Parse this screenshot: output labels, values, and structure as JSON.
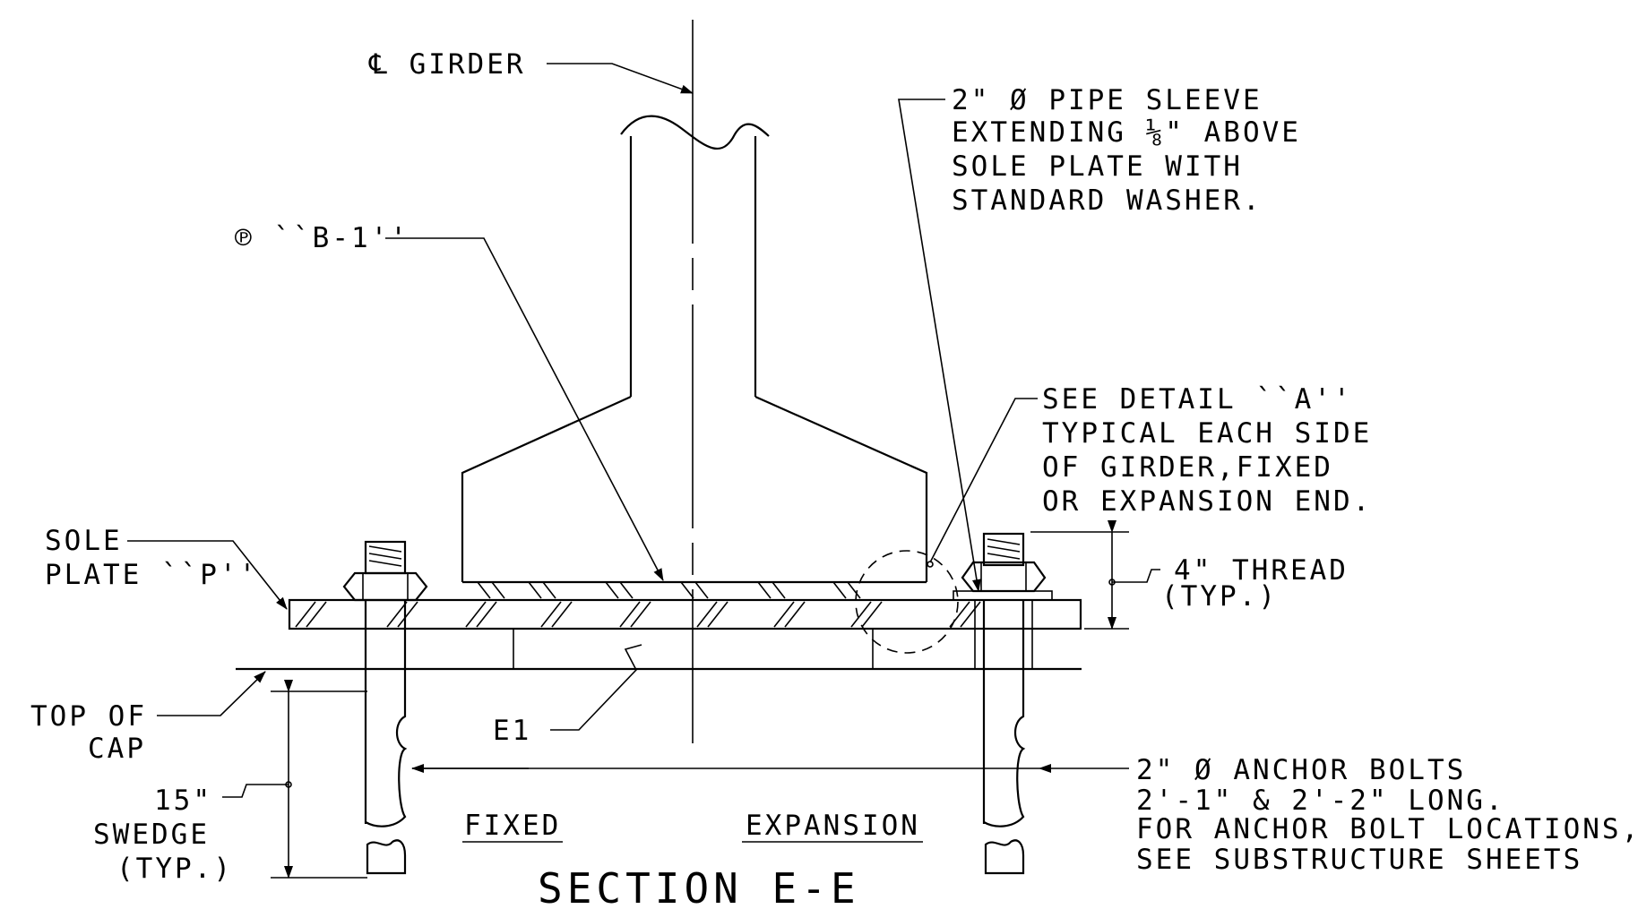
{
  "title": "SECTION E-E",
  "labels": {
    "cl_girder": "℄ GIRDER",
    "plate_b1": "℗ ``B-1''",
    "pipe_sleeve": [
      "2\" Ø PIPE SLEEVE",
      "EXTENDING ⅛\" ABOVE",
      "SOLE PLATE WITH",
      "STANDARD WASHER."
    ],
    "see_detail": [
      "SEE DETAIL ``A''",
      "TYPICAL EACH SIDE",
      "OF GIRDER,FIXED",
      "OR EXPANSION END."
    ],
    "thread": [
      "4\" THREAD",
      "(TYP.)"
    ],
    "sole_plate": [
      "SOLE",
      "PLATE ``P''"
    ],
    "top_of_cap": [
      "TOP OF",
      "CAP"
    ],
    "e1": "E1",
    "swedge": [
      "15\"",
      "SWEDGE",
      "(TYP.)"
    ],
    "fixed": "FIXED",
    "expansion": "EXPANSION",
    "anchor_bolts": [
      "2\" Ø ANCHOR BOLTS",
      "2'-1\" & 2'-2\" LONG.",
      "FOR ANCHOR BOLT LOCATIONS,",
      "SEE SUBSTRUCTURE SHEETS"
    ]
  }
}
